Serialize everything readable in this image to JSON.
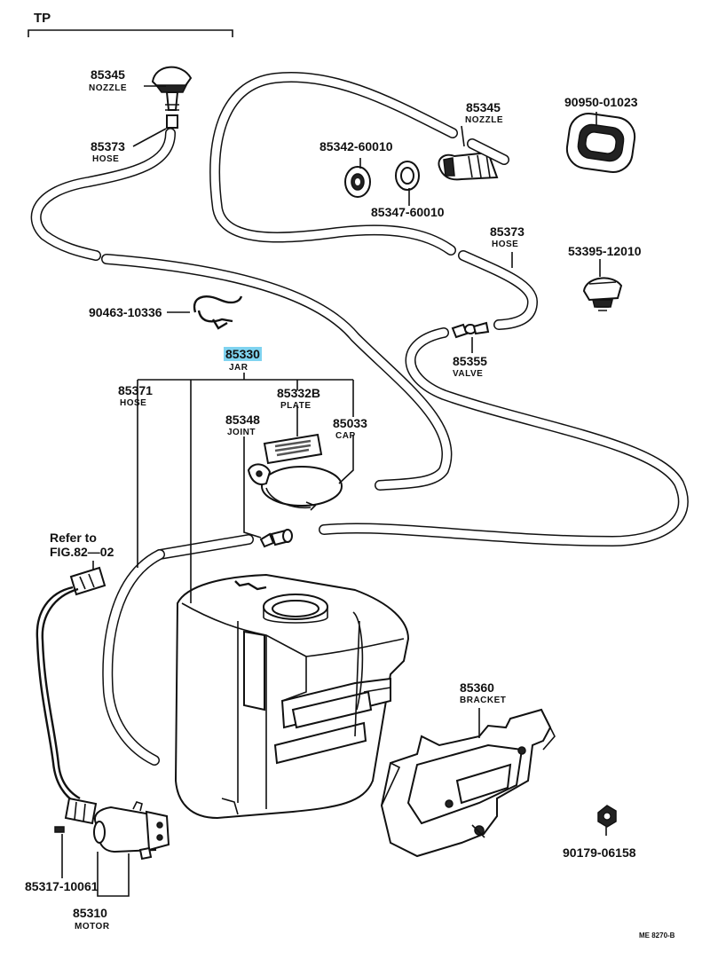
{
  "header": {
    "section": "TP"
  },
  "parts": [
    {
      "id": "nozzle_left",
      "number": "85345",
      "name": "NOZZLE"
    },
    {
      "id": "hose_left",
      "number": "85373",
      "name": "HOSE"
    },
    {
      "id": "clip",
      "number": "90463-10336",
      "name": ""
    },
    {
      "id": "jar",
      "number": "85330",
      "name": "JAR",
      "highlighted": true
    },
    {
      "id": "hose_main",
      "number": "85371",
      "name": "HOSE"
    },
    {
      "id": "plate",
      "number": "85332B",
      "name": "PLATE"
    },
    {
      "id": "joint",
      "number": "85348",
      "name": "JOINT"
    },
    {
      "id": "cap",
      "number": "85033",
      "name": "CAP"
    },
    {
      "id": "grommet_a",
      "number": "85342-60010",
      "name": ""
    },
    {
      "id": "grommet_b",
      "number": "85347-60010",
      "name": ""
    },
    {
      "id": "nozzle_right",
      "number": "85345",
      "name": "NOZZLE"
    },
    {
      "id": "seal",
      "number": "90950-01023",
      "name": ""
    },
    {
      "id": "hose_right",
      "number": "85373",
      "name": "HOSE"
    },
    {
      "id": "nozzle_alt",
      "number": "53395-12010",
      "name": ""
    },
    {
      "id": "valve",
      "number": "85355",
      "name": "VALVE"
    },
    {
      "id": "bracket",
      "number": "85360",
      "name": "BRACKET"
    },
    {
      "id": "nut",
      "number": "90179-06158",
      "name": ""
    },
    {
      "id": "motor",
      "number": "85310",
      "name": "MOTOR"
    },
    {
      "id": "screw",
      "number": "85317-10061",
      "name": ""
    }
  ],
  "reference": {
    "line1": "Refer to",
    "line2": "FIG.82—02"
  },
  "footer": {
    "code": "ME 8270-B"
  },
  "colors": {
    "highlight": "#7fd3f0",
    "ink": "#111111"
  }
}
